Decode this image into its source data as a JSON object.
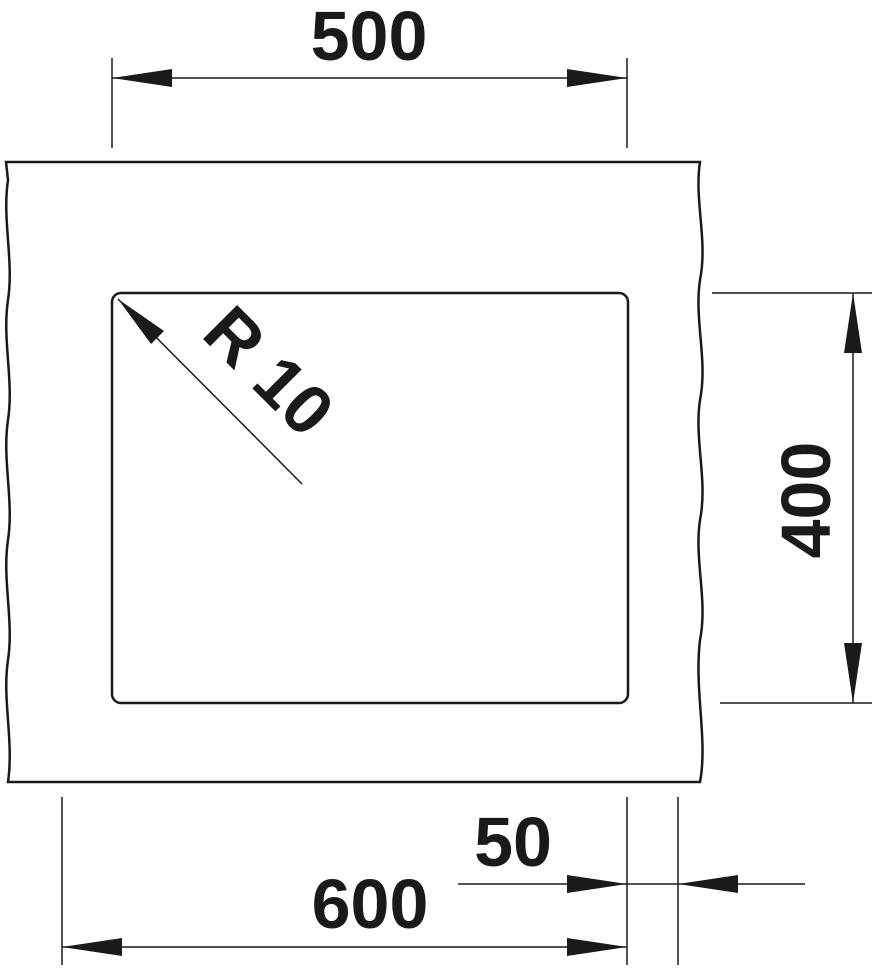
{
  "dimensions": {
    "top_width": "500",
    "radius": "R 10",
    "height": "400",
    "offset": "50",
    "bottom_width": "600"
  },
  "colors": {
    "line": "#1a1a1a",
    "background": "#ffffff"
  }
}
